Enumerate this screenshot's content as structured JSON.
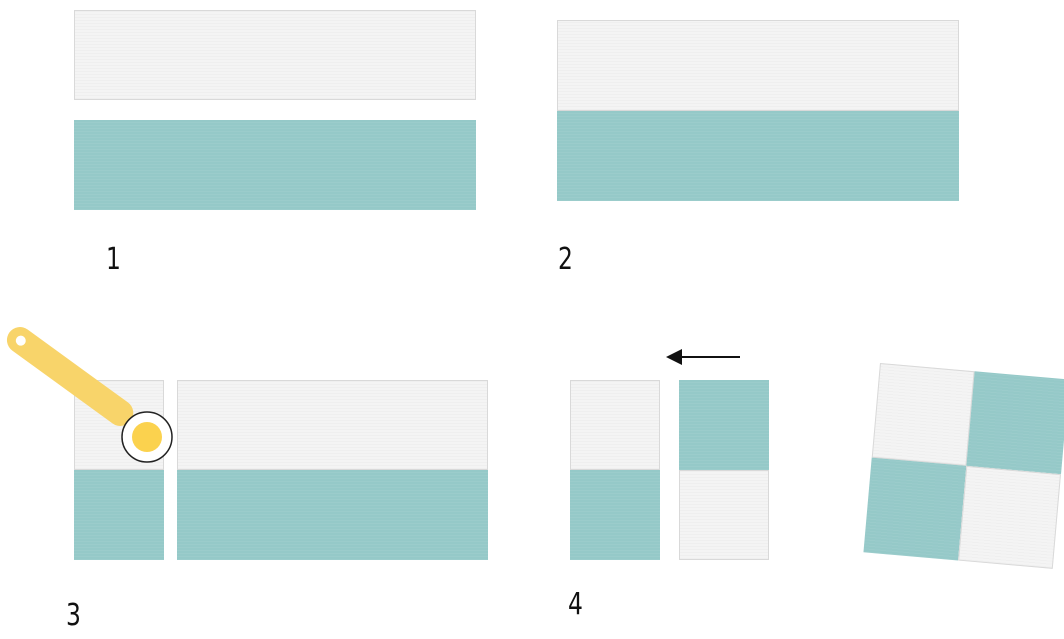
{
  "steps": [
    {
      "label": "1"
    },
    {
      "label": "2"
    },
    {
      "label": "3"
    },
    {
      "label": "4"
    }
  ],
  "colors": {
    "white_fabric": "#f4f4f4",
    "teal_fabric": "#95c9c8",
    "cutter_handle": "#f8d46a",
    "cutter_blade": "#fbd24e",
    "arrow": "#111111"
  },
  "icons": {
    "cutter": "rotary-cutter-icon",
    "arrow": "arrow-left-icon"
  }
}
